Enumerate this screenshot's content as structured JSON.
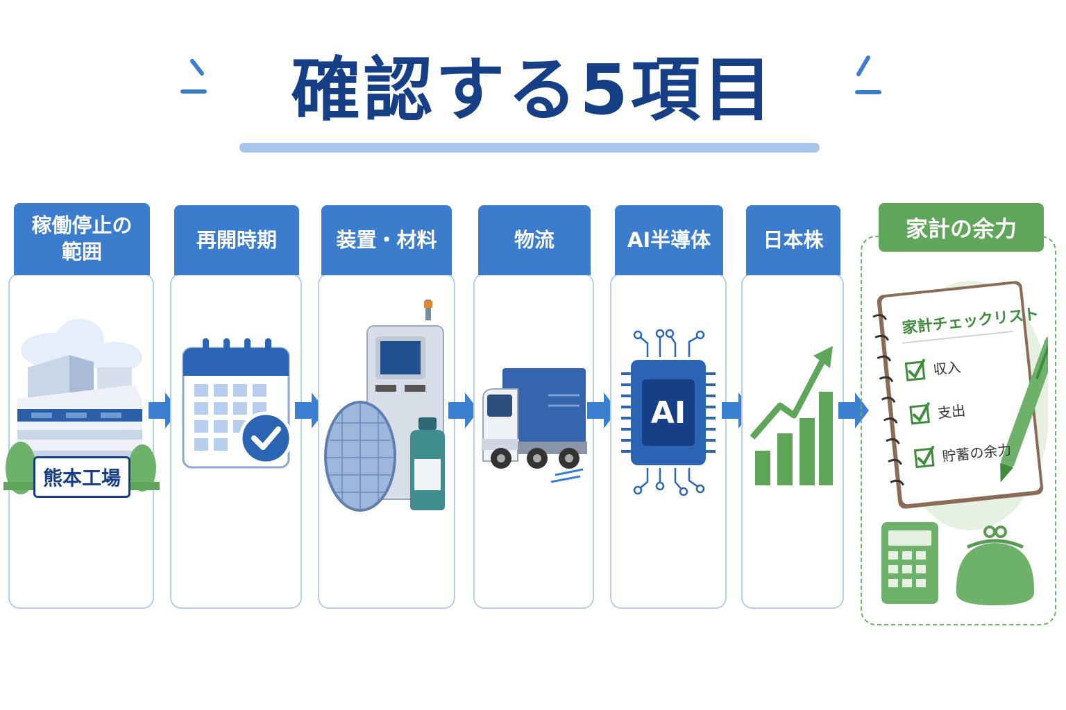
{
  "title": "確認する5項目",
  "items": [
    {
      "label_line1": "稼働停止の",
      "label_line2": "範囲",
      "sign": "熊本工場"
    },
    {
      "label_line1": "再開時期"
    },
    {
      "label_line1": "装置・材料"
    },
    {
      "label_line1": "物流"
    },
    {
      "label_line1": "AI半導体",
      "chip_text": "AI"
    },
    {
      "label_line1": "日本株"
    }
  ],
  "household": {
    "label": "家計の余力",
    "checklist_title": "家計チェックリスト",
    "checklist_items": [
      "収入",
      "支出",
      "貯蓄の余力"
    ]
  },
  "colors": {
    "title": "#173f86",
    "label_blue": "#3b7ccd",
    "card_border": "#b7cde9",
    "arrow": "#3a7fd0",
    "green": "#5fa65a"
  }
}
